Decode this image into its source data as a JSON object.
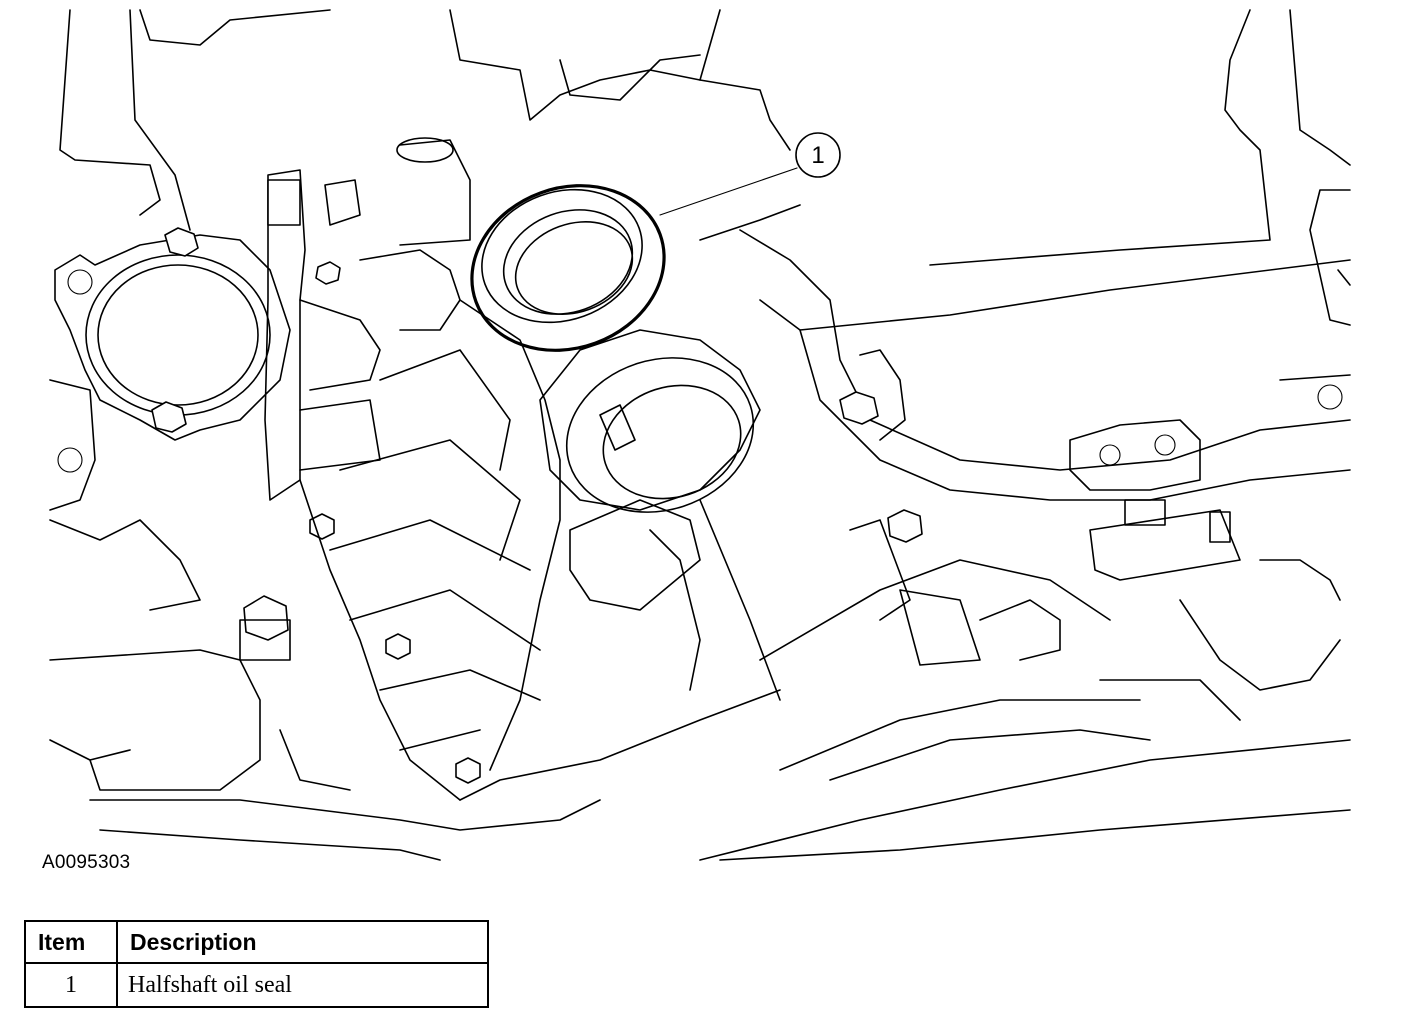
{
  "figure": {
    "id": "A0095303",
    "callouts": [
      {
        "number": "1",
        "target": "halfshaft-oil-seal"
      }
    ]
  },
  "legend": {
    "headers": {
      "item": "Item",
      "description": "Description"
    },
    "rows": [
      {
        "item": "1",
        "description": "Halfshaft oil seal"
      }
    ]
  }
}
